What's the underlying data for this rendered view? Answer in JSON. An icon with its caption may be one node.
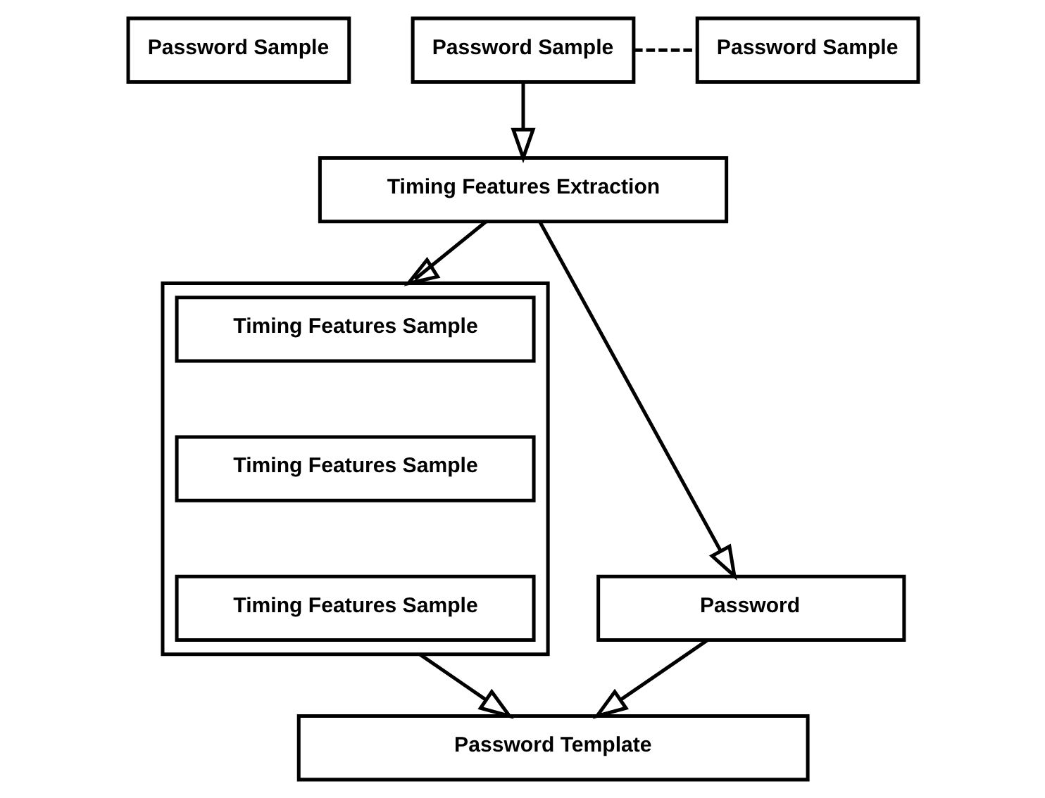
{
  "diagram": {
    "nodes": [
      {
        "text": [
          "Password Sample"
        ]
      },
      {
        "text": [
          "Password Sample"
        ]
      },
      {
        "text": [
          "Password Sample"
        ]
      },
      {
        "text": [
          "Timing Features Extraction"
        ]
      },
      {
        "text": [
          "Password"
        ]
      },
      {
        "text": [],
        "shape": "box"
      },
      {
        "text": [
          "Timing Features Sample"
        ],
        "in": 5
      },
      {
        "text": [
          "Timing Features Sample"
        ],
        "in": 5
      },
      {
        "text": [
          "Timing Features Sample"
        ],
        "in": 5
      },
      {
        "text": [
          "Password Template"
        ]
      }
    ],
    "edges": [
      {
        "from": 1,
        "to": 2,
        "arrow": "none",
        "style": "dashed"
      },
      {
        "from": 1,
        "to": 3,
        "arrow": "to"
      },
      {
        "from": 3,
        "to": 4,
        "arrow": "to"
      },
      {
        "from": 3,
        "to": 5,
        "arrow": "to"
      },
      {
        "from": 4,
        "to": 9,
        "arrow": "to"
      },
      {
        "from": 5,
        "to": 9,
        "arrow": "to"
      }
    ]
  }
}
